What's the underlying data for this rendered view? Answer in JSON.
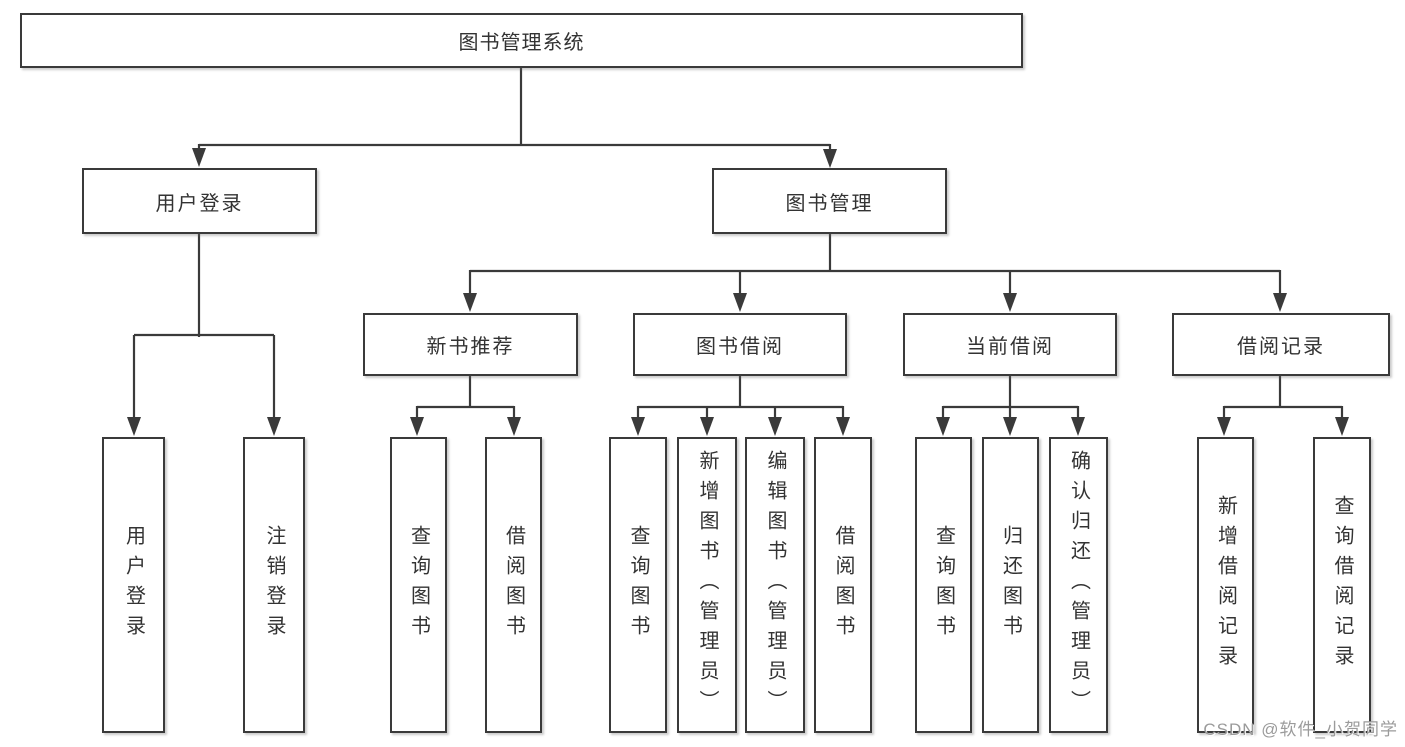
{
  "diagram": {
    "root": "图书管理系统",
    "level2": {
      "user_login": "用户登录",
      "book_mgmt": "图书管理"
    },
    "level3": {
      "new_books": "新书推荐",
      "borrow": "图书借阅",
      "current": "当前借阅",
      "records": "借阅记录"
    },
    "leaves": {
      "user_login": "用户登录",
      "logout": "注销登录",
      "nb_query": "查询图书",
      "nb_borrow": "借阅图书",
      "bw_query": "查询图书",
      "bw_add": "新增图书（管理员）",
      "bw_edit": "编辑图书（管理员）",
      "bw_borrow": "借阅图书",
      "cu_query": "查询图书",
      "cu_return": "归还图书",
      "cu_confirm": "确认归还（管理员）",
      "rc_add": "新增借阅记录",
      "rc_query": "查询借阅记录"
    },
    "watermark": "CSDN @软件_小贺同学",
    "colors": {
      "line": "#3a3a3a",
      "text": "#333333",
      "watermark": "#9b9b9b"
    }
  }
}
